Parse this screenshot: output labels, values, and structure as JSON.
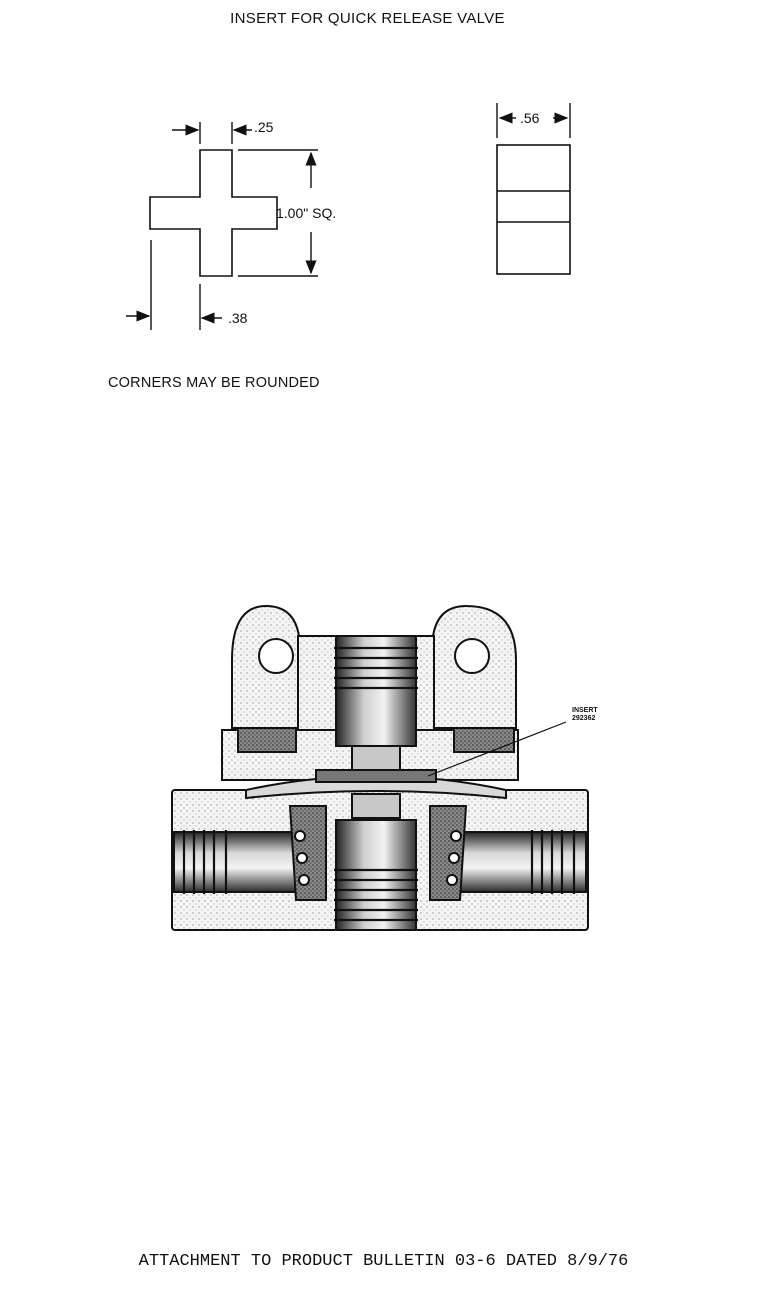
{
  "title": "INSERT FOR QUICK RELEASE VALVE",
  "dimensions": {
    "slot_width": ".25",
    "overall_size": "1.00\" SQ.",
    "arm_width": ".38",
    "thickness": ".56"
  },
  "note": "CORNERS MAY BE ROUNDED",
  "callout": {
    "label": "INSERT",
    "part_number": "292362"
  },
  "footer": "ATTACHMENT TO PRODUCT BULLETIN 03-6 DATED 8/9/76"
}
